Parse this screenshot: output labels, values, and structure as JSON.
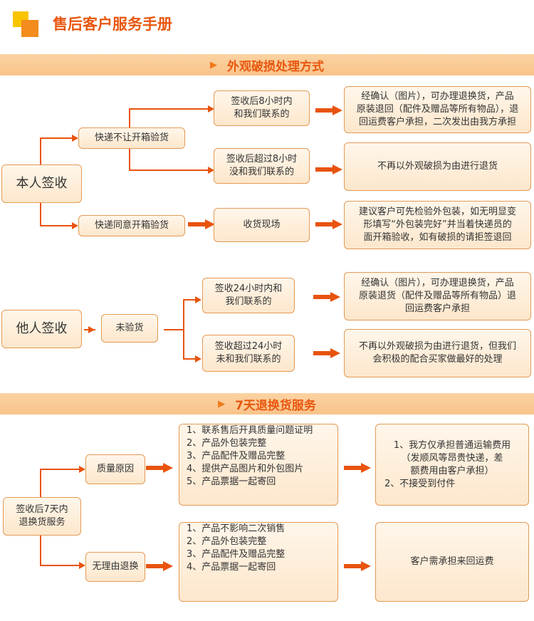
{
  "title": "售后客户服务手册",
  "section1": {
    "header": "外观破损处理方式",
    "self_sign": "本人签收",
    "no_open": "快递不让开箱验货",
    "within8": [
      "签收后8小时内",
      "和我们联系的"
    ],
    "within8_result": [
      "经确认（图片），可办理退换货，产品",
      "原装退回（配件及赠品等所有物品），退",
      "回运费客户承担，二次发出由我方承担"
    ],
    "over8": [
      "签收后超过8小时",
      "没和我们联系的"
    ],
    "over8_result": "不再以外观破损为由进行退货",
    "open_ok": "快递同意开箱验货",
    "onsite": "收货现场",
    "onsite_result": [
      "建议客户可先检验外包装，如无明显变",
      "形填写“外包装完好”并当着快递员的",
      "面开箱验收，如有破损的请拒签退回"
    ]
  },
  "section2": {
    "other_sign": "他人签收",
    "not_inspected": "未验货",
    "within24": [
      "签收24小时内和",
      "我们联系的"
    ],
    "within24_result": [
      "经确认（图片），可办理退换货，产品",
      "原装退货（配件及赠品等所有物品）退",
      "回运费客户承担"
    ],
    "over24": [
      "签收超过24小时",
      "未和我们联系的"
    ],
    "over24_result": [
      "不再以外观破损为由进行退货，但我们",
      "会积极的配合买家做最好的处理"
    ]
  },
  "section3": {
    "header": "7天退换货服务",
    "sign7": [
      "签收后7天内",
      "退换货服务"
    ],
    "quality": "质量原因",
    "quality_list": [
      "1、联系售后开具质量问题证明",
      "2、产品外包装完整",
      "3、产品配件及赠品完整",
      "4、提供产品图片和外包图片",
      "5、产品票据一起寄回"
    ],
    "quality_result": [
      "1、我方仅承担普通运输费用",
      "（发顺风等昂贵快递，差",
      "额费用由客户承担）",
      "2、不接受到付件"
    ],
    "noreason": "无理由退换",
    "noreason_list": [
      "1、产品不影响二次销售",
      "2、产品外包装完整",
      "3、产品配件及赠品完整",
      "4、产品票据一起寄回"
    ],
    "noreason_result": "客户需承担来回运费"
  },
  "colors": {
    "accent": "#e8530e",
    "logo_yellow": "#f8c400",
    "logo_orange": "#f28c1c"
  }
}
